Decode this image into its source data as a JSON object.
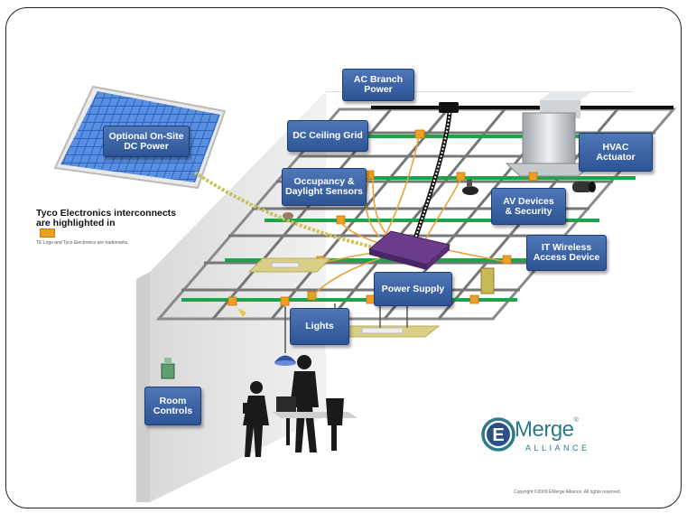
{
  "labels": {
    "ac_branch_power": [
      "AC Branch",
      "Power"
    ],
    "optional_dc_power": [
      "Optional On-Site",
      "DC Power"
    ],
    "dc_ceiling_grid": [
      "DC Ceiling Grid"
    ],
    "hvac_actuator": [
      "HVAC",
      "Actuator"
    ],
    "occupancy_sensors": [
      "Occupancy &",
      "Daylight Sensors"
    ],
    "av_devices": [
      "AV Devices",
      "& Security"
    ],
    "it_wireless": [
      "IT Wireless",
      "Access Device"
    ],
    "power_supply": [
      "Power Supply"
    ],
    "lights": [
      "Lights"
    ],
    "room_controls": [
      "Room",
      "Controls"
    ]
  },
  "note": {
    "title_line1": "Tyco Electronics interconnects",
    "title_line2": "are highlighted in",
    "trademark": "TE Logo and Tyco Electronics are trademarks."
  },
  "logo": {
    "word": "Merge",
    "registered": "®",
    "subtitle": "ALLIANCE"
  },
  "copyright": "Copyright ©2009 EMerge Alliance. All rights reserved.",
  "colors": {
    "label_blue": "#3a64a8",
    "connector_orange": "#f0a020",
    "rail_green": "#1fa34a",
    "logo_teal": "#2c7a8a"
  }
}
